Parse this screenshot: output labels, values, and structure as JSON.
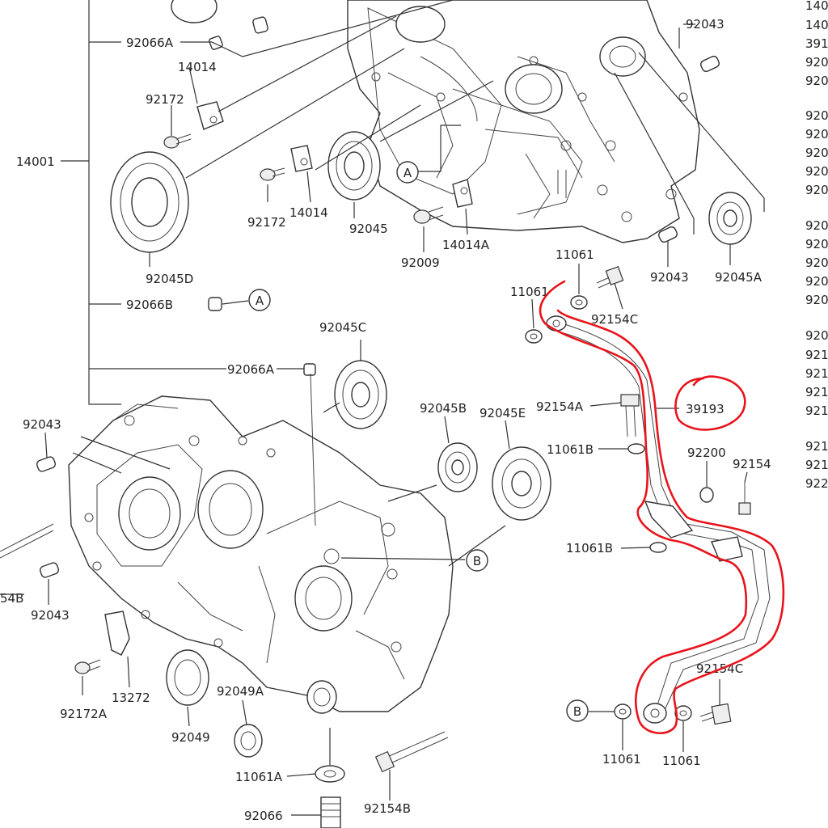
{
  "labels": {
    "l14001": "14001",
    "l92066A_top": "92066A",
    "l14014_a": "14014",
    "l92172_a": "92172",
    "l92172_b": "92172",
    "l14014_b": "14014",
    "l92045": "92045",
    "l92045D": "92045D",
    "l92066B": "92066B",
    "l92009": "92009",
    "l14014A": "14014A",
    "l92043_tr": "92043",
    "l92043_r2": "92043",
    "l92045A": "92045A",
    "l11061_t1": "11061",
    "l11061_t2": "11061",
    "l92154C_t": "92154C",
    "l92045C": "92045C",
    "l92066A_mid": "92066A",
    "l92154A": "92154A",
    "l39193": "39193",
    "l11061B_a": "11061B",
    "l92200": "92200",
    "l92154": "92154",
    "l92045B": "92045B",
    "l92045E": "92045E",
    "l92043_l": "92043",
    "l11061B_b": "11061B",
    "l54B": "54B",
    "l92043_l2": "92043",
    "l13272": "13272",
    "l92172A": "92172A",
    "l92049": "92049",
    "l92049A": "92049A",
    "l11061A": "11061A",
    "l92066": "92066",
    "l92154B": "92154B",
    "l92154C_b": "92154C",
    "l11061_b1": "11061",
    "l11061_b2": "11061",
    "refA1": "A",
    "refA2": "A",
    "refB1": "B",
    "refB2": "B"
  },
  "parts_list_edge": [
    "140",
    "140",
    "391",
    "920",
    "920",
    "920",
    "920",
    "920",
    "920",
    "920",
    "920",
    "920",
    "920",
    "920",
    "920",
    "920",
    "921",
    "921",
    "921",
    "921",
    "921",
    "921",
    "922"
  ],
  "colors": {
    "highlight": "#e8141c",
    "line": "#333333"
  }
}
